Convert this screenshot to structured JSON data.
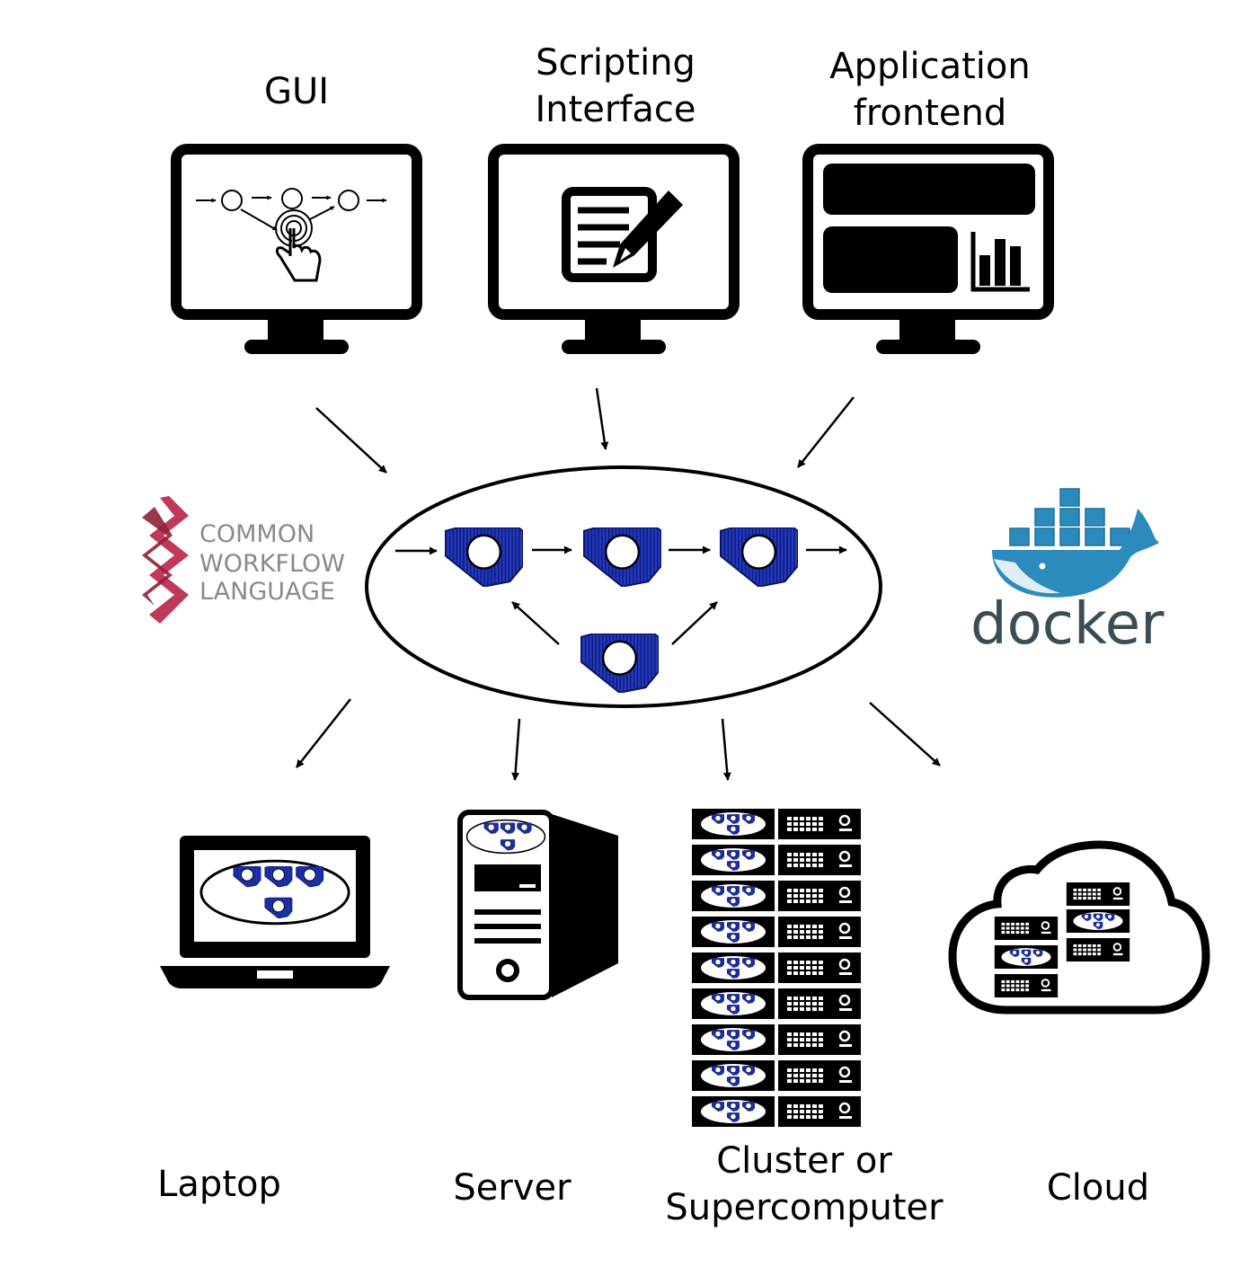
{
  "interfaces": {
    "gui": {
      "line1": "GUI"
    },
    "scripting": {
      "line1": "Scripting",
      "line2": "Interface"
    },
    "application": {
      "line1": "Application",
      "line2": "frontend"
    }
  },
  "logos": {
    "cwl": {
      "line1": "COMMON",
      "line2": "WORKFLOW",
      "line3": "LANGUAGE",
      "color": "#c0395a",
      "text_color": "#8a8a8a"
    },
    "docker": {
      "text": "docker",
      "color": "#2b8bbd",
      "text_color": "#394d54"
    }
  },
  "targets": {
    "laptop": {
      "line1": "Laptop"
    },
    "server": {
      "line1": "Server"
    },
    "cluster": {
      "line1": "Cluster or",
      "line2": "Supercomputer"
    },
    "cloud": {
      "line1": "Cloud"
    }
  },
  "colors": {
    "workflow_node": "#1f35b0",
    "stroke": "#000000"
  }
}
